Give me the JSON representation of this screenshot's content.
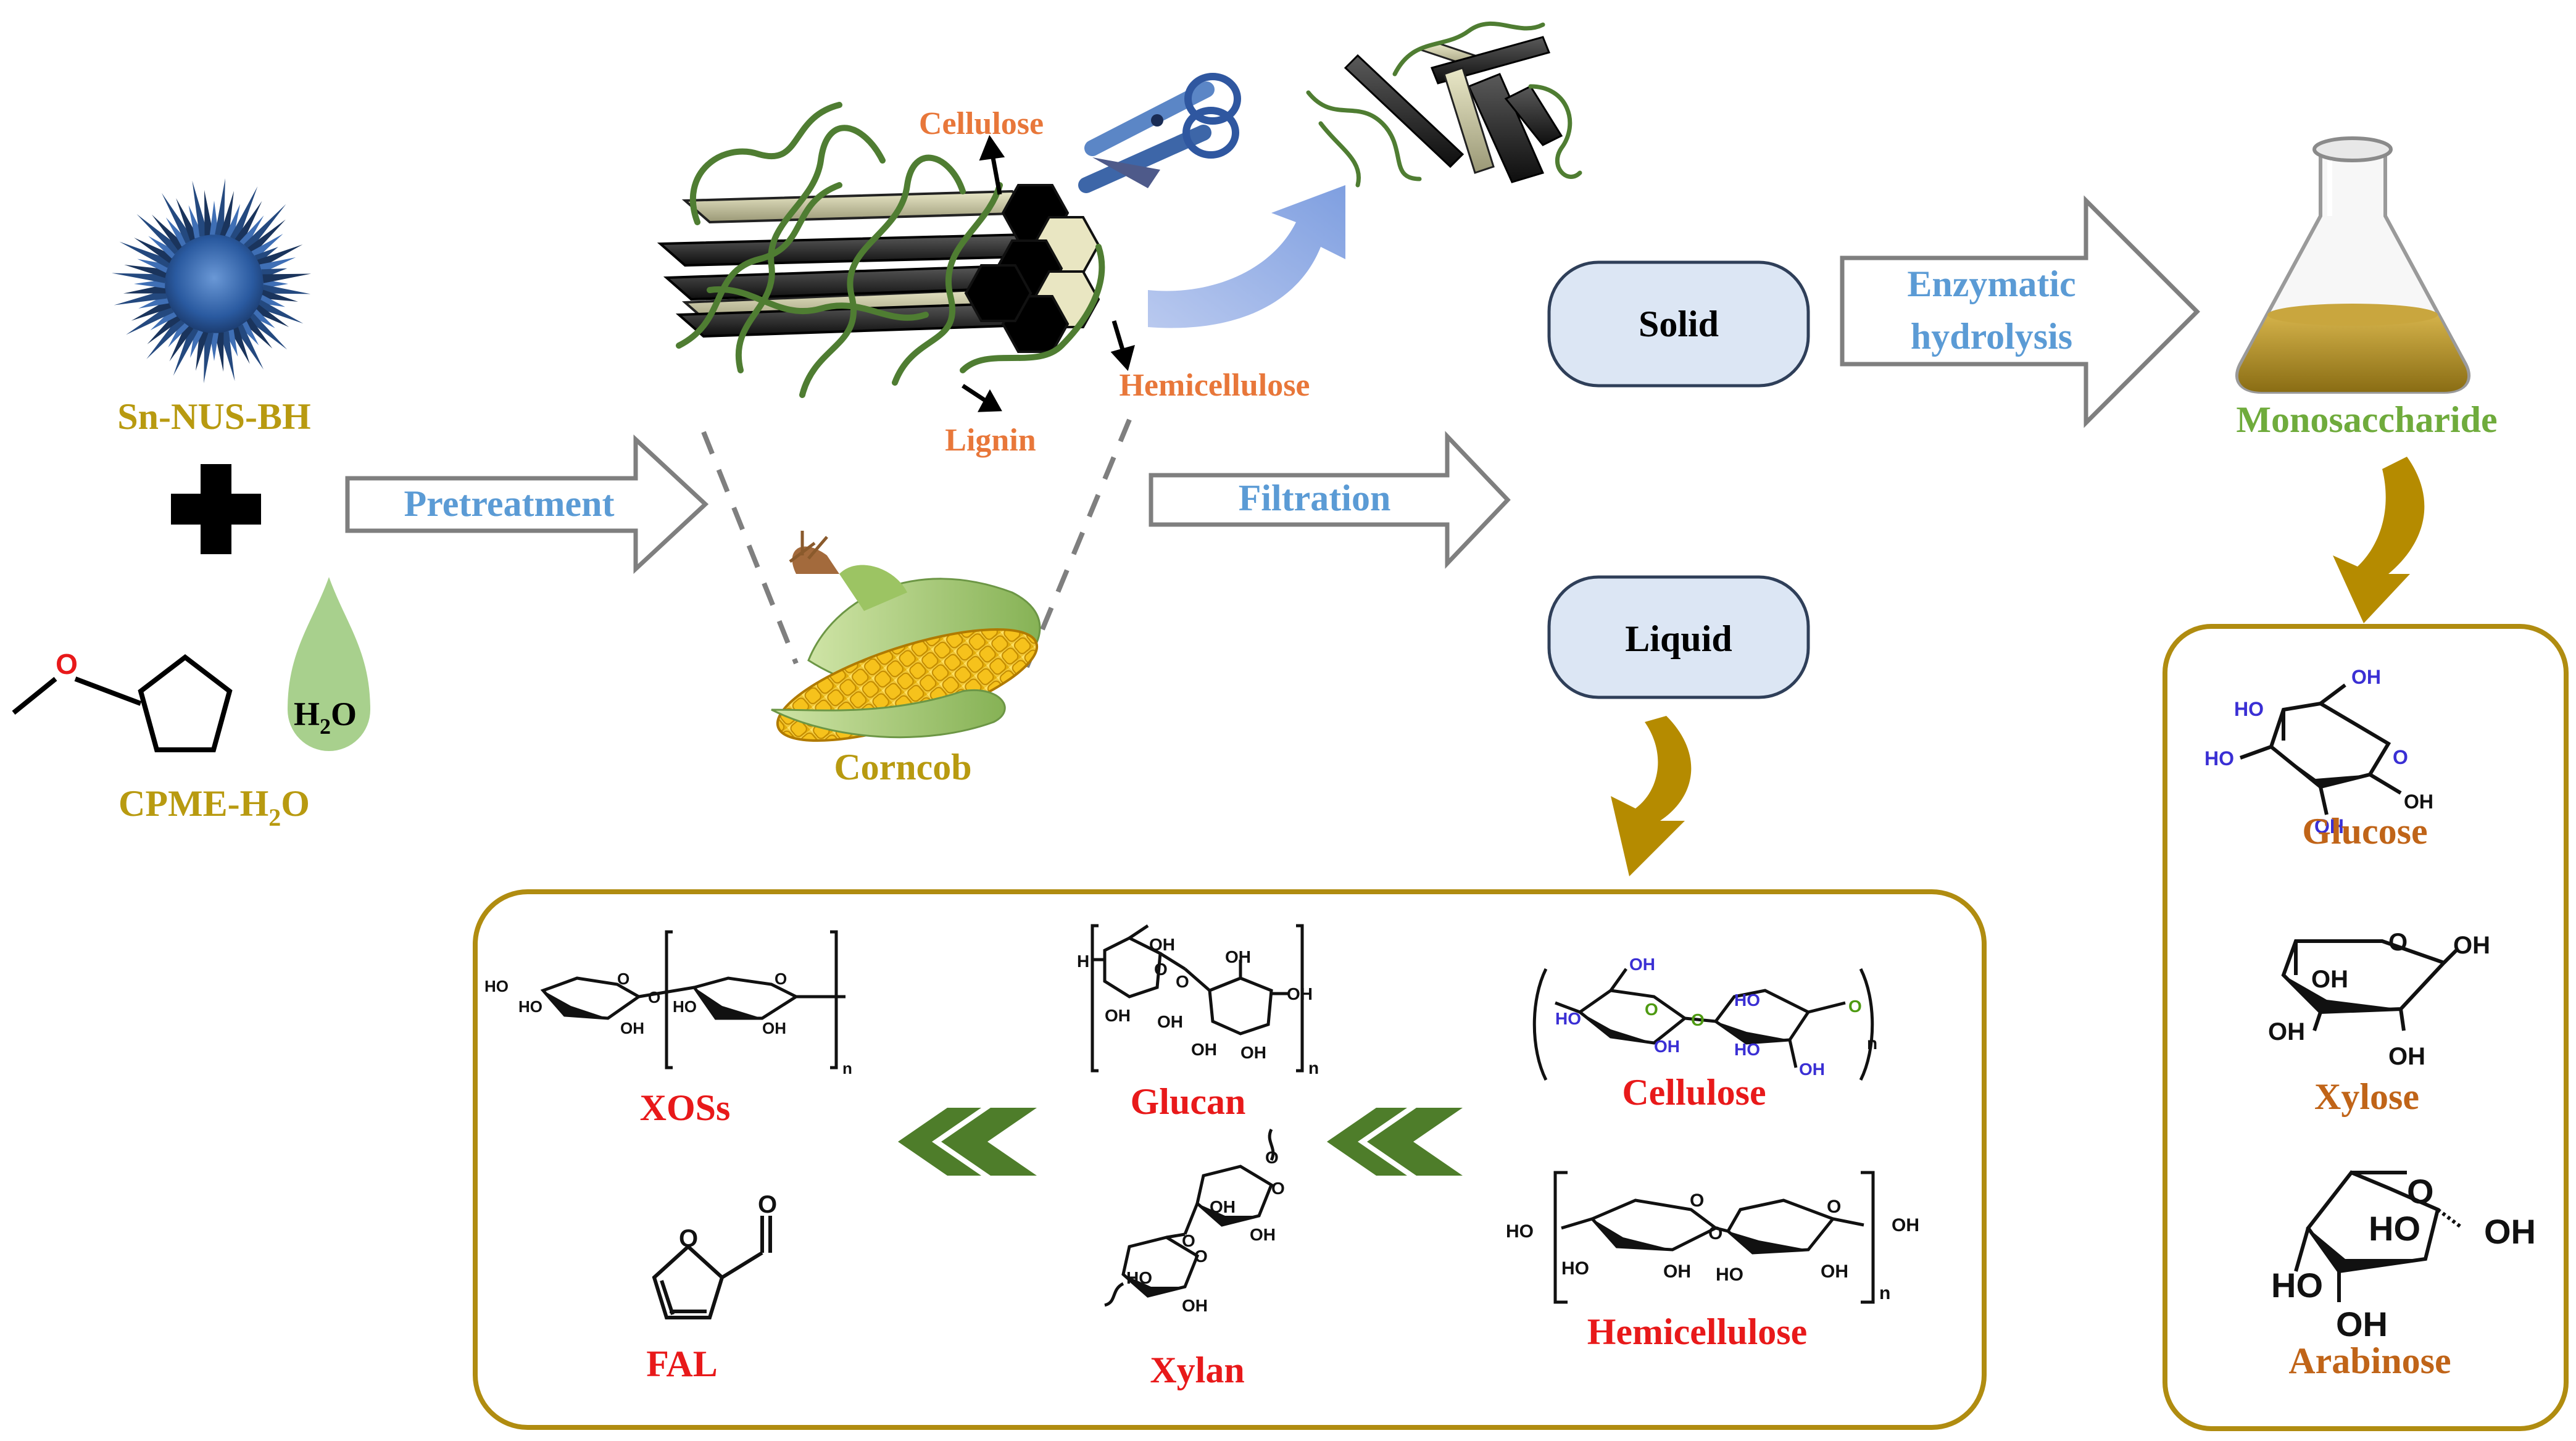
{
  "colors": {
    "gold": "#b89a10",
    "orange": "#e8773a",
    "blue_text": "#5b9bd5",
    "green_text": "#6fab3c",
    "red": "#e8191a",
    "brown": "#c06418",
    "box_border": "#b08c10",
    "pill_fill": "#dce6f4",
    "pill_stroke": "#2f3f59",
    "chevron": "#4e7d2a",
    "droplet": "#a8d08d",
    "arrow_stroke": "#7f7f7f",
    "big_arrow_gold": "#b58b00"
  },
  "reagents": {
    "catalyst": "Sn-NUS-BH",
    "solvent": "CPME-H",
    "solvent_sub": "2",
    "solvent_end": "O",
    "water": "H",
    "water_sub": "2",
    "water_end": "O"
  },
  "biomass": {
    "cellulose": "Cellulose",
    "hemicellulose": "Hemicellulose",
    "lignin": "Lignin",
    "corncob": "Corncob"
  },
  "arrows": {
    "pretreatment": "Pretreatment",
    "filtration": "Filtration",
    "enzymatic_line1": "Enzymatic",
    "enzymatic_line2": "hydrolysis"
  },
  "phases": {
    "solid": "Solid",
    "liquid": "Liquid"
  },
  "product": "Monosaccharide",
  "monosaccharides": {
    "glucose": "Glucose",
    "xylose": "Xylose",
    "arabinose": "Arabinose"
  },
  "liquid_products": {
    "cellulose": "Cellulose",
    "hemicellulose": "Hemicellulose",
    "glucan": "Glucan",
    "xylan": "Xylan",
    "xoss": "XOSs",
    "fal": "FAL"
  },
  "chem_labels": {
    "oh": "OH",
    "ho": "HO",
    "o": "O",
    "h": "H",
    "n": "n"
  }
}
